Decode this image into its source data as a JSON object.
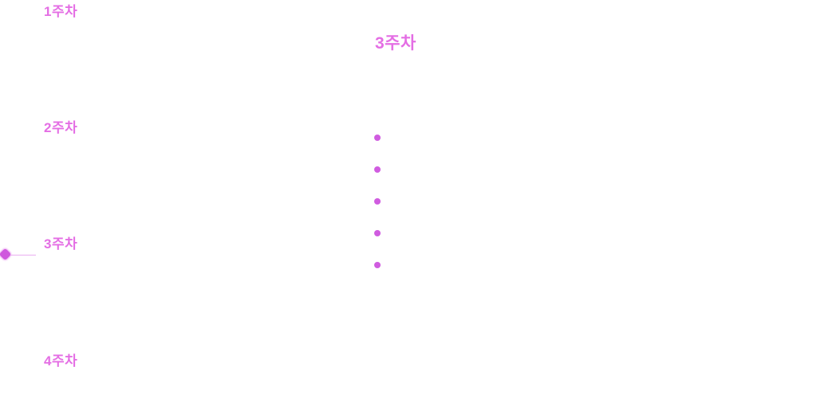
{
  "colors": {
    "accent_text": "#e46ee4",
    "bullet": "#d05ce0",
    "marker": "#cf58dd",
    "marker_line": "#e9aef0",
    "background": "#ffffff"
  },
  "timeline": {
    "items": [
      {
        "label": "1주차"
      },
      {
        "label": "2주차"
      },
      {
        "label": "3주차"
      },
      {
        "label": "4주차"
      }
    ],
    "marker_at_week": "3주차"
  },
  "content": {
    "title": "3주차",
    "bullets": [
      "",
      "",
      "",
      "",
      ""
    ]
  }
}
